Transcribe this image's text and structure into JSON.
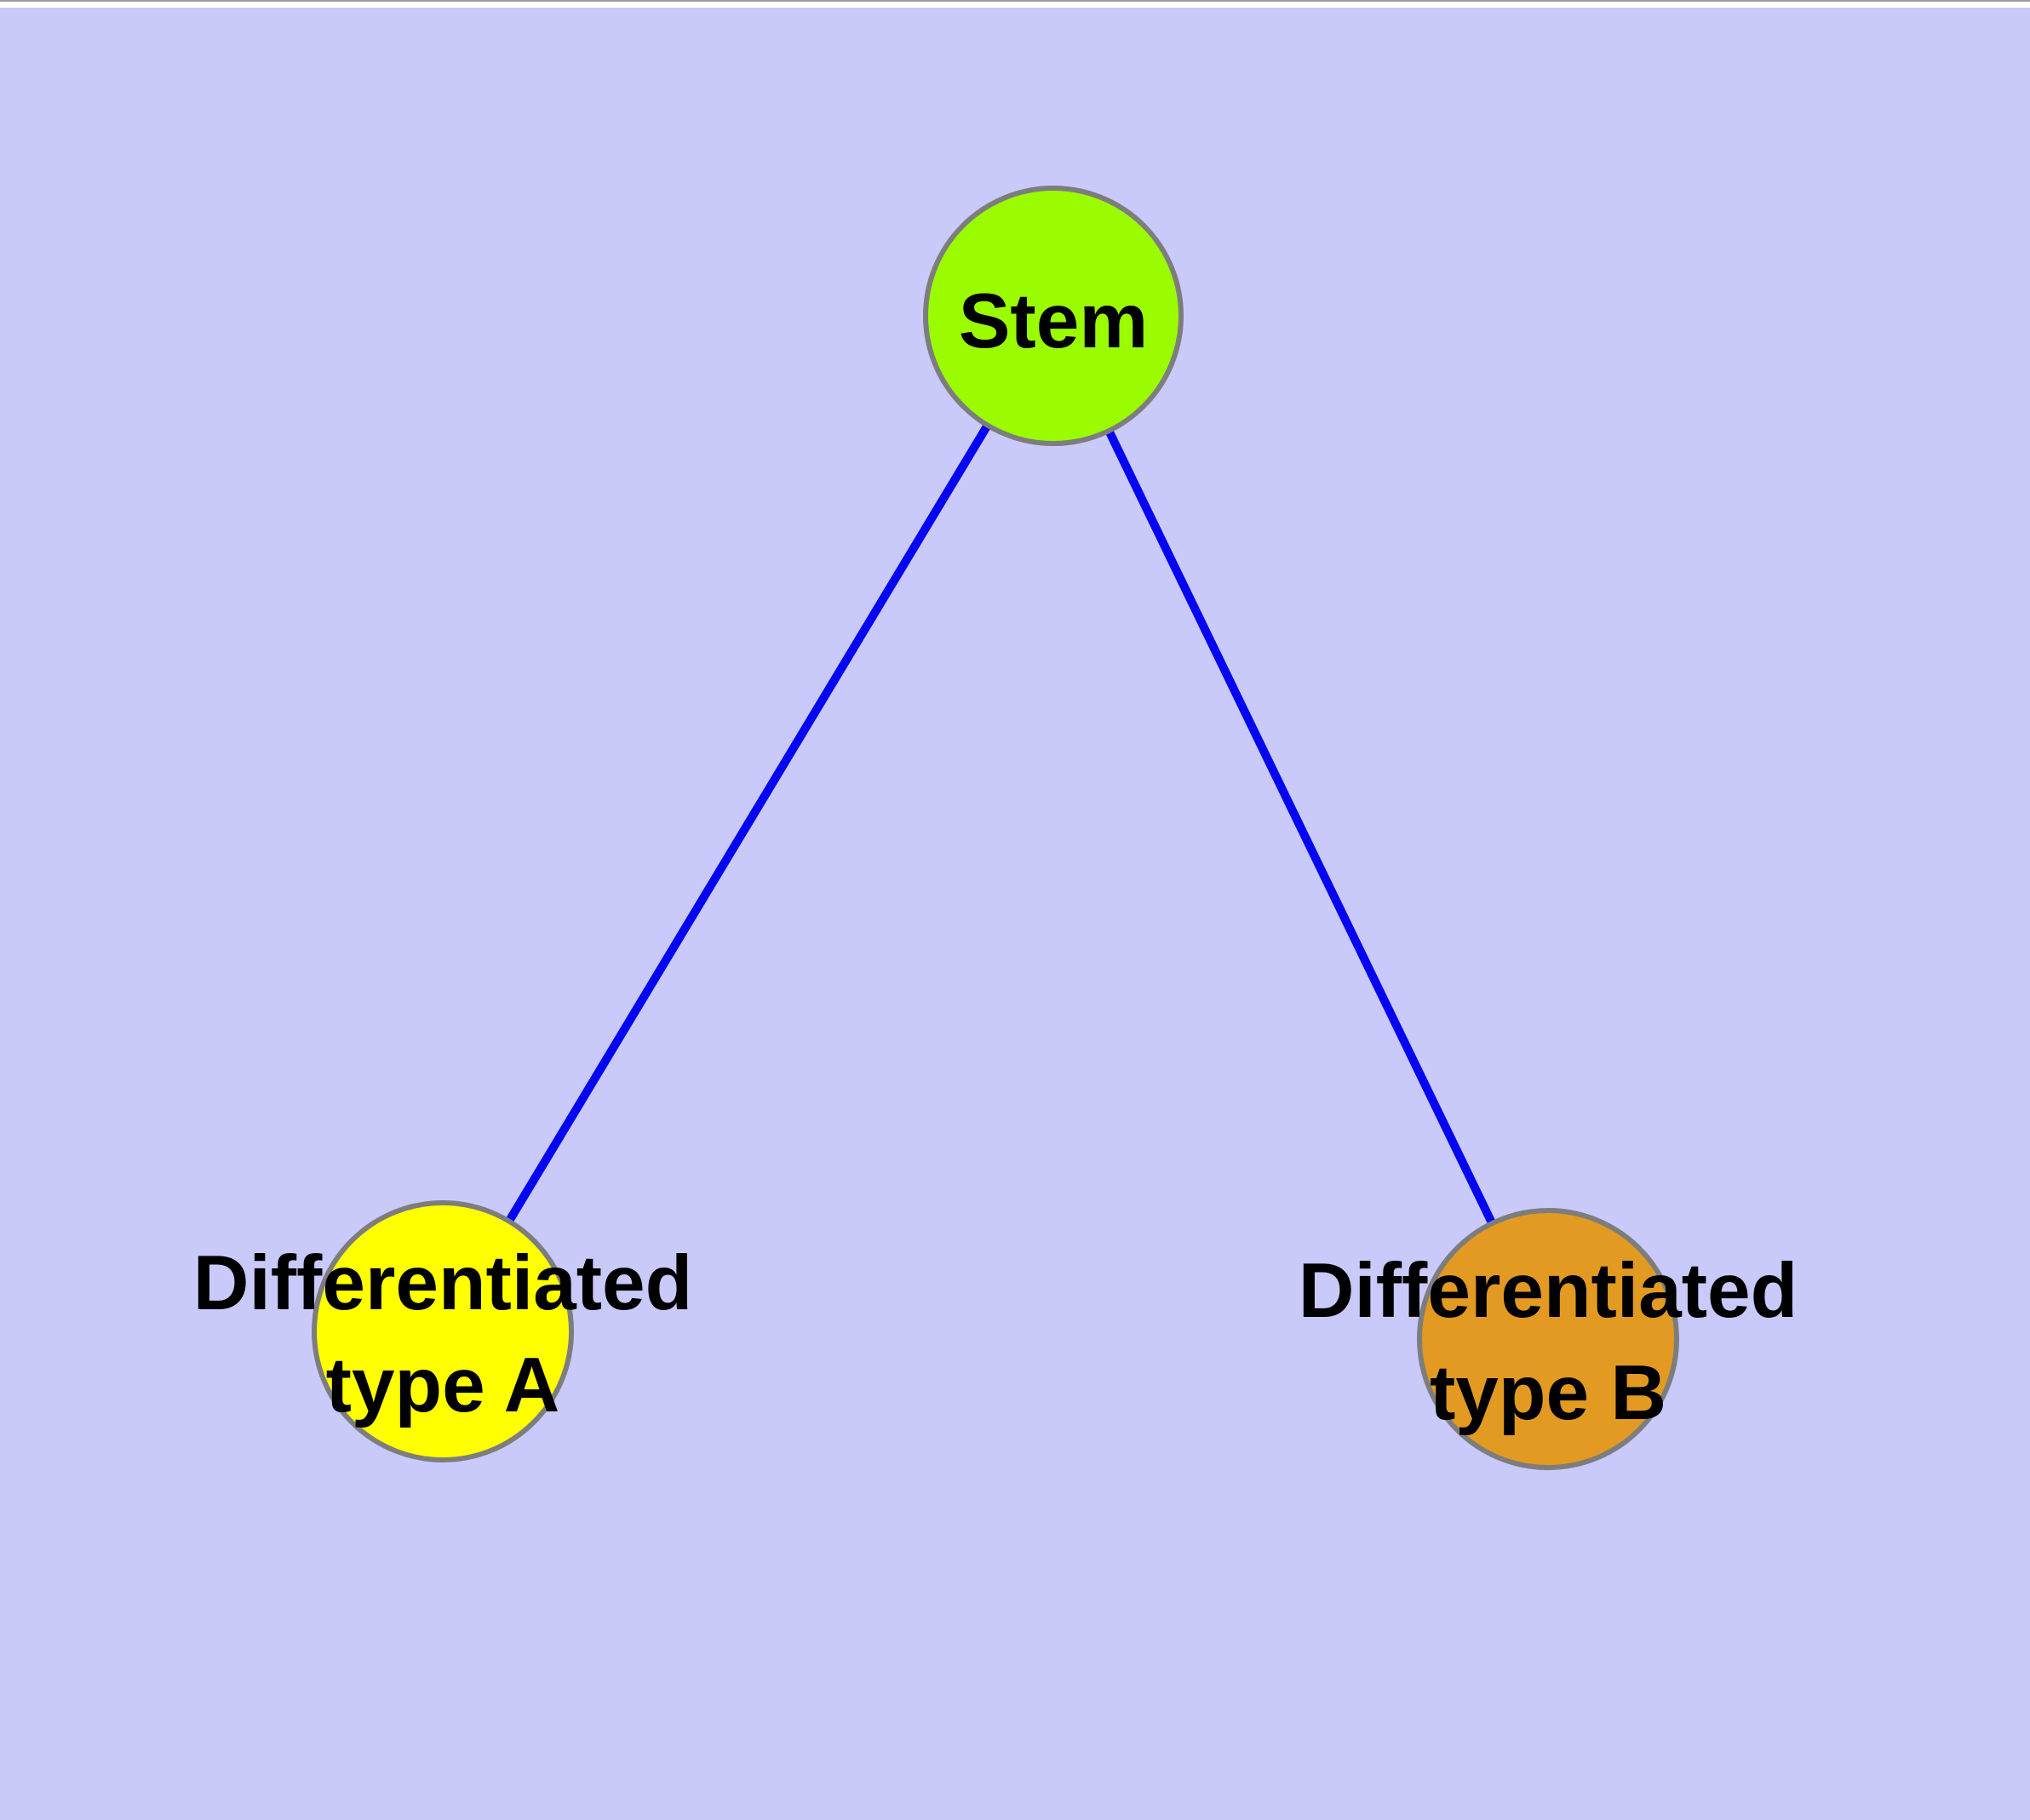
{
  "canvas": {
    "background_color": "#c9c9fa",
    "top_edge_strip_color": "#ffffff",
    "top_edge_line_color": "#9b9b9b"
  },
  "diagram": {
    "type": "node-link graph",
    "node_border_color": "#7d7d7d",
    "edge_color": "#0505f0",
    "label_color": "#000000",
    "nodes": {
      "stem": {
        "label": "Stem",
        "fill": "#9bfb00"
      },
      "type_a": {
        "label_line1": "Differentiated",
        "label_line2": "type A",
        "fill": "#ffff00"
      },
      "type_b": {
        "label_line1": "Differentiated",
        "label_line2": "type B",
        "fill": "#e29a22"
      }
    },
    "edges": [
      {
        "from": "Stem",
        "to": "Differentiated type A"
      },
      {
        "from": "Stem",
        "to": "Differentiated type B"
      }
    ]
  }
}
